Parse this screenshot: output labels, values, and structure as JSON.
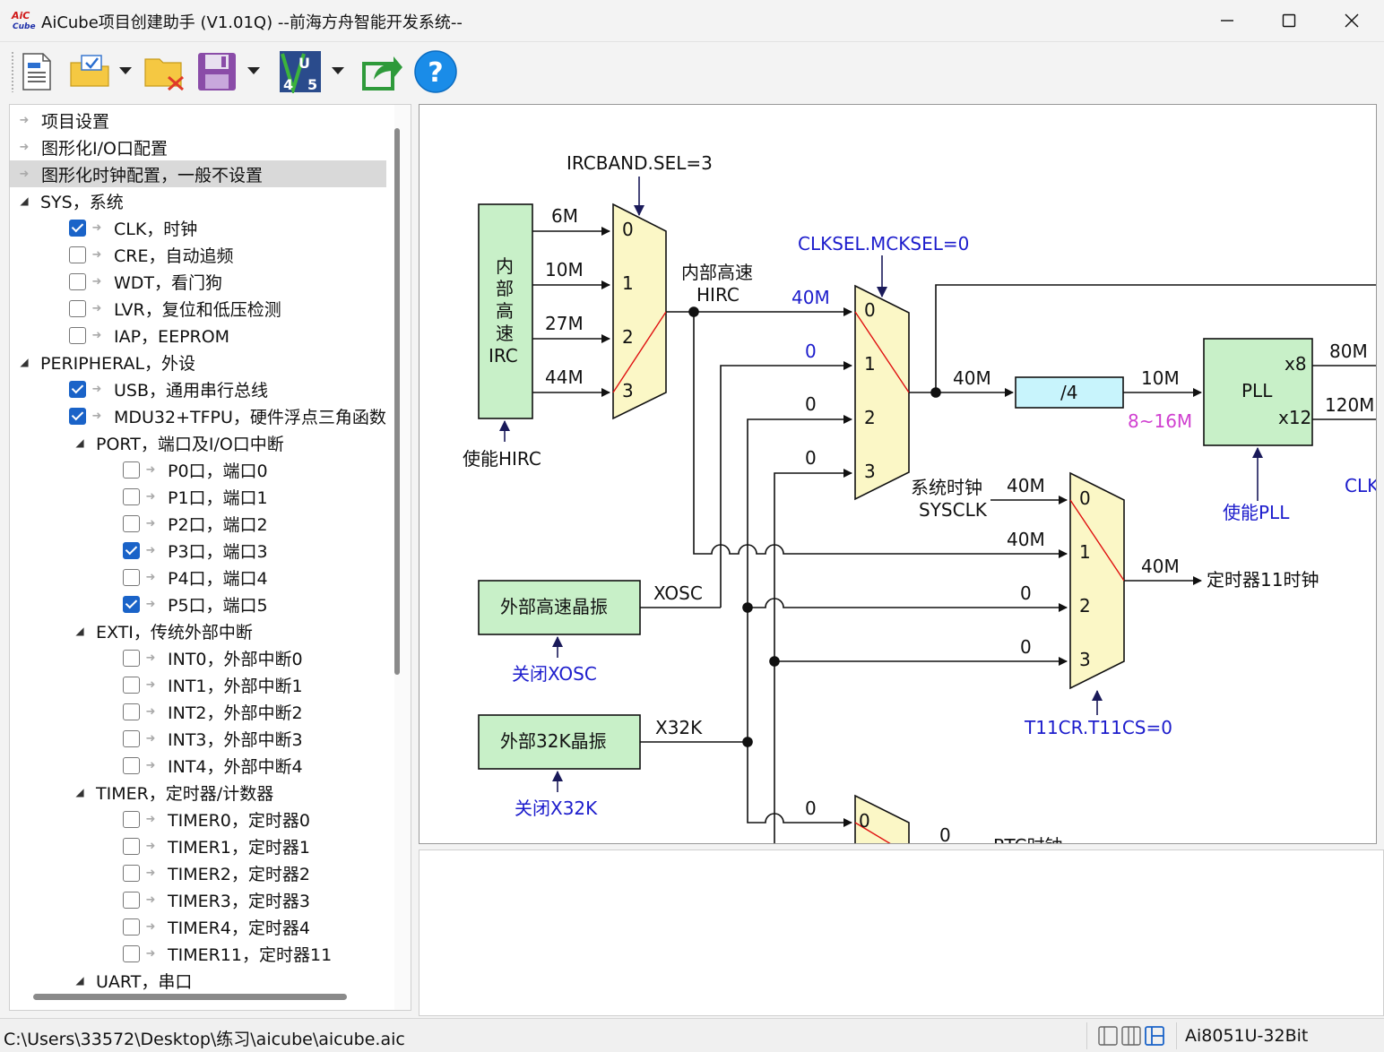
{
  "window": {
    "logo_text_top": "AiC",
    "logo_text_bottom": "Cube",
    "title": "AiCube项目创建助手 (V1.01Q) --前海方舟智能开发系统--"
  },
  "tree": {
    "rows": [
      {
        "label": "项目设置",
        "kind": "leaf"
      },
      {
        "label": "图形化I/O口配置",
        "kind": "leaf"
      },
      {
        "label": "图形化时钟配置，一般不设置",
        "kind": "leaf",
        "selected": true
      },
      {
        "label": "SYS，系统",
        "kind": "group"
      },
      {
        "label": "CLK，时钟",
        "kind": "check",
        "checked": true
      },
      {
        "label": "CRE，自动追频",
        "kind": "check",
        "checked": false
      },
      {
        "label": "WDT，看门狗",
        "kind": "check",
        "checked": false
      },
      {
        "label": "LVR，复位和低压检测",
        "kind": "check",
        "checked": false
      },
      {
        "label": "IAP，EEPROM",
        "kind": "check",
        "checked": false
      },
      {
        "label": "PERIPHERAL，外设",
        "kind": "group"
      },
      {
        "label": "USB，通用串行总线",
        "kind": "check",
        "checked": true
      },
      {
        "label": "MDU32+TFPU，硬件浮点三角函数",
        "kind": "check",
        "checked": true
      },
      {
        "label": "PORT，端口及I/O口中断",
        "kind": "subgroup"
      },
      {
        "label": "P0口，端口0",
        "kind": "subcheck",
        "checked": false
      },
      {
        "label": "P1口，端口1",
        "kind": "subcheck",
        "checked": false
      },
      {
        "label": "P2口，端口2",
        "kind": "subcheck",
        "checked": false
      },
      {
        "label": "P3口，端口3",
        "kind": "subcheck",
        "checked": true
      },
      {
        "label": "P4口，端口4",
        "kind": "subcheck",
        "checked": false
      },
      {
        "label": "P5口，端口5",
        "kind": "subcheck",
        "checked": true
      },
      {
        "label": "EXTI，传统外部中断",
        "kind": "subgroup"
      },
      {
        "label": "INT0，外部中断0",
        "kind": "subcheck",
        "checked": false
      },
      {
        "label": "INT1，外部中断1",
        "kind": "subcheck",
        "checked": false
      },
      {
        "label": "INT2，外部中断2",
        "kind": "subcheck",
        "checked": false
      },
      {
        "label": "INT3，外部中断3",
        "kind": "subcheck",
        "checked": false
      },
      {
        "label": "INT4，外部中断4",
        "kind": "subcheck",
        "checked": false
      },
      {
        "label": "TIMER，定时器/计数器",
        "kind": "subgroup"
      },
      {
        "label": "TIMER0，定时器0",
        "kind": "subcheck",
        "checked": false
      },
      {
        "label": "TIMER1，定时器1",
        "kind": "subcheck",
        "checked": false
      },
      {
        "label": "TIMER2，定时器2",
        "kind": "subcheck",
        "checked": false
      },
      {
        "label": "TIMER3，定时器3",
        "kind": "subcheck",
        "checked": false
      },
      {
        "label": "TIMER4，定时器4",
        "kind": "subcheck",
        "checked": false
      },
      {
        "label": "TIMER11，定时器11",
        "kind": "subcheck",
        "checked": false
      },
      {
        "label": "UART，串口",
        "kind": "subgroup"
      }
    ]
  },
  "diagram": {
    "ircband_sel": "IRCBAND.SEL=3",
    "irc_box": [
      "内",
      "部",
      "高",
      "速",
      "IRC"
    ],
    "irc_freqs": [
      "6M",
      "10M",
      "27M",
      "44M"
    ],
    "mux_inputs": [
      "0",
      "1",
      "2",
      "3"
    ],
    "enable_hirc": "使能HIRC",
    "hirc_label": [
      "内部高速",
      "HIRC"
    ],
    "clksel": "CLKSEL.MCKSEL=0",
    "mux2_in": [
      "40M",
      "0",
      "0",
      "0"
    ],
    "mux2_out": "40M",
    "div4": "/4",
    "div_out": "10M",
    "pll": "PLL",
    "pll_x8": "x8",
    "pll_x12": "x12",
    "pll_range": "8~16M",
    "pll_out": [
      "80M",
      "120M"
    ],
    "enable_pll": "使能PLL",
    "clk_cut": "CLK",
    "sysclk": [
      "系统时钟",
      "SYSCLK"
    ],
    "mux3_in": [
      "40M",
      "40M",
      "0",
      "0"
    ],
    "mux3_out": "40M",
    "timer11_clk": "定时器11时钟",
    "t11cr": "T11CR.T11CS=0",
    "xosc_box": "外部高速晶振",
    "xosc": "XOSC",
    "close_xosc": "关闭XOSC",
    "x32k_box": "外部32K晶振",
    "x32k": "X32K",
    "close_x32k": "关闭X32K",
    "mux4_in": "0",
    "mux4_zero": "0",
    "mux4_sel": "0",
    "rtc_cut": "RTC时钟"
  },
  "status": {
    "path": "C:\\Users\\33572\\Desktop\\练习\\aicube\\aicube.aic",
    "chip": "Ai8051U-32Bit"
  },
  "colors": {
    "blue_text": "#1c1ccc",
    "magenta_text": "#d040d0",
    "green_box": "#c8f0c8",
    "mux_fill": "#fbf7c6",
    "div_fill": "#c8f4fc",
    "check_blue": "#1a63c8"
  }
}
